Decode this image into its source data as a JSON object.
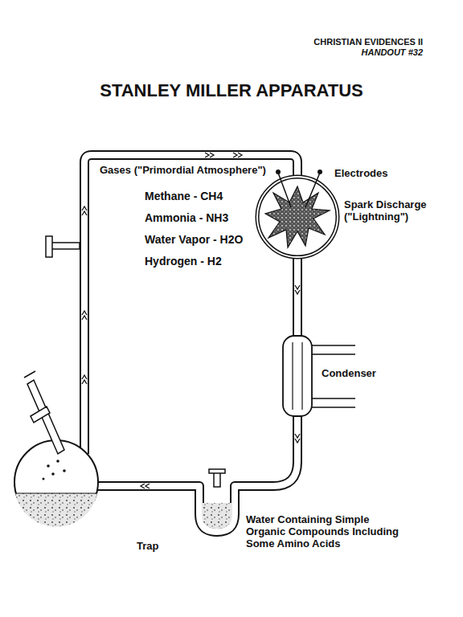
{
  "diagram": {
    "title": "STANLEY MILLER APPARATUS",
    "labels": [
      "CHRISTIAN EVIDENCES II",
      "HANDOUT #32",
      "Gases (\"Primordial Atmosphere\")",
      "Methane - CH4",
      "Ammonia - NH3",
      "Water Vapor - H2O",
      "Hydrogen - H2",
      "Electrodes",
      "Spark Discharge (\"Lightning\")",
      "Condenser",
      "Water Containing Simple Organic Compounds Including Some Amino Acids",
      "Trap"
    ]
  }
}
